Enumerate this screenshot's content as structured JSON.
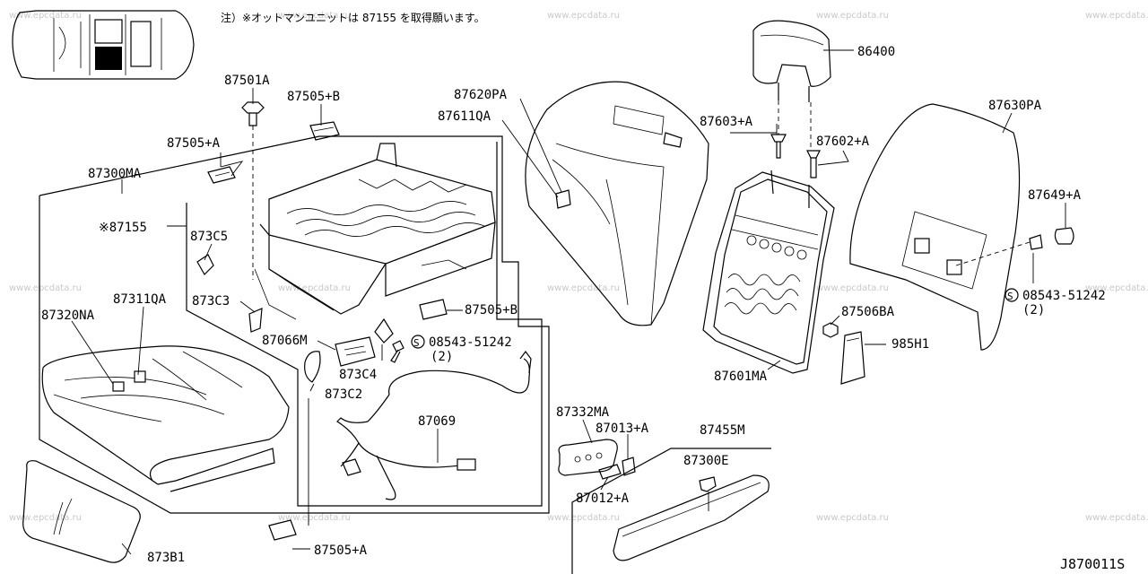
{
  "note": "注）※オットマンユニットは 87155 を取得願います。",
  "watermark": "www.epcdata.ru",
  "diagram_code": "J870011S",
  "labels": {
    "p87501A": "87501A",
    "p87505B_top": "87505+B",
    "p87505A_top": "87505+A",
    "p87300MA": "87300MA",
    "p87155": "※87155",
    "p873C5": "873C5",
    "p873C3": "873C3",
    "p87320NA": "87320NA",
    "p87311QA": "87311QA",
    "p87066M": "87066M",
    "p873C4": "873C4",
    "p873C2": "873C2",
    "p08543_mid": "08543-51242",
    "p08543_mid_qty": "(2)",
    "p87505B_mid": "87505+B",
    "p87069": "87069",
    "p87505A_bot": "87505+A",
    "p873B1": "873B1",
    "p87620PA": "87620PA",
    "p87611QA": "87611QA",
    "p86400": "86400",
    "p87603A": "87603+A",
    "p87602A": "87602+A",
    "p87601MA": "87601MA",
    "p87506BA": "87506BA",
    "p985H1": "985H1",
    "p87630PA": "87630PA",
    "p87649A": "87649+A",
    "p08543_right": "08543-51242",
    "p08543_right_qty": "(2)",
    "p87332MA": "87332MA",
    "p87013A": "87013+A",
    "p87012A": "87012+A",
    "p87455M": "87455M",
    "p87300E": "87300E"
  },
  "bolt_symbol": "S"
}
